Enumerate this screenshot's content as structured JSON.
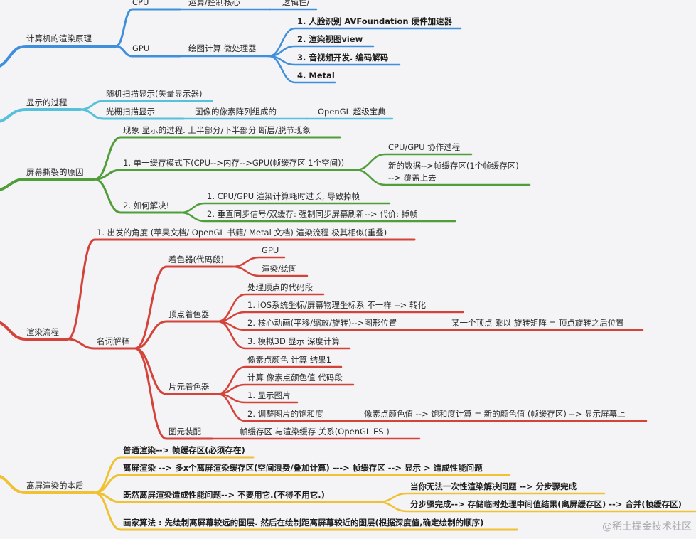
{
  "colors": {
    "blue": "#3f8fdc",
    "cyan": "#57c1dc",
    "green": "#4f9e3a",
    "red": "#d4433a",
    "yellow": "#f0c132"
  },
  "watermark": "@稀土掘金技术社区",
  "nodes": {
    "blue": {
      "root": "计算机的渲染原理",
      "cpu": "CPU",
      "cpu_op": "运算/控制核心",
      "cpu_logic": "逻辑性/",
      "gpu": "GPU",
      "gpu_desc": "绘图计算 微处理器",
      "gpu_1": "1. 人脸识别 AVFoundation  硬件加速器",
      "gpu_2": "2.  渲染视图view",
      "gpu_3": "3. 音视频开发. 编码解码",
      "gpu_4": "4. Metal"
    },
    "cyan": {
      "root": "显示的过程",
      "random": "随机扫描显示(矢量显示器)",
      "raster": "光栅扫描显示",
      "raster_desc": "图像的像素阵列组成的",
      "raster_ref": "OpenGL 超级宝典"
    },
    "green": {
      "root": "屏幕撕裂的原因",
      "phen": "现象 显示的过程. 上半部分/下半部分 断层/脱节现象",
      "single": "1. 单一缓存模式下(CPU-->内存-->GPU(帧缓存区 1个空间))",
      "coop": "CPU/GPU 协作过程",
      "newdata": "新的数据-->帧缓存区(1个帧缓存区)",
      "cover": "--> 覆盖上去",
      "solve": "2. 如何解决!",
      "solve_1": "1. CPU/GPU 渲染计算耗时过长, 导致掉帧",
      "solve_2": "2. 垂直同步信号/双缓存:  强制同步屏幕刷新--> 代价: 掉帧"
    },
    "red": {
      "root": "渲染流程",
      "angle": "1. 出发的角度 (苹果文档/ OpenGL 书籍/ Metal 文档) 渲染流程 极其相似(重叠)",
      "terms": "名词解释",
      "shader": "着色器(代码段)",
      "shader_gpu": "GPU",
      "shader_draw": "渲染/绘图",
      "vertex": "顶点着色器",
      "vertex_code": "处理顶点的代码段",
      "vertex_1": "1. iOS系统坐标/屏幕物理坐标系 不一样 --> 转化",
      "vertex_2": "2. 核心动画(平移/缩放/旋转)-->图形位置",
      "vertex_2b": "某一个顶点 乘以 旋转矩阵 = 顶点旋转之后位置",
      "vertex_3": "3. 模拟3D 显示 深度计算",
      "frag": "片元着色器",
      "frag_color": "像素点颜色 计算 结果1",
      "frag_code": "计算 像素点颜色值 代码段",
      "frag_1": "1. 显示图片",
      "frag_2": "2. 调整图片的饱和度",
      "frag_2b": "像素点颜色值 --> 饱和度计算 = 新的颜色值 (帧缓存区) --> 显示屏幕上",
      "prim": "图元装配",
      "prim_desc": "帧缓存区 与渲染缓存 关系(OpenGL ES )"
    },
    "yellow": {
      "root": "离屏渲染的本质",
      "normal": "普通渲染--> 帧缓存区(必须存在)",
      "offscreen": "离屏渲染 --> 多x个离屏渲染缓存区(空间浪费/叠加计算) ---> 帧缓存区 --> 显示  > 造成性能问题",
      "since": "既然离屏渲染造成性能问题--> 不要用它.(不得不用它.)",
      "since_1": "当你无法一次性渲染解决问题 --> 分步骤完成",
      "since_2": "分步骤完成--> 存储临时处理中间值结果(离屏缓存区) --> 合并(帧缓存区)",
      "painter": "画家算法 : 先绘制离屏幕较远的图层. 然后在绘制距离屏幕较近的图层(根据深度值,确定绘制的顺序)"
    }
  }
}
